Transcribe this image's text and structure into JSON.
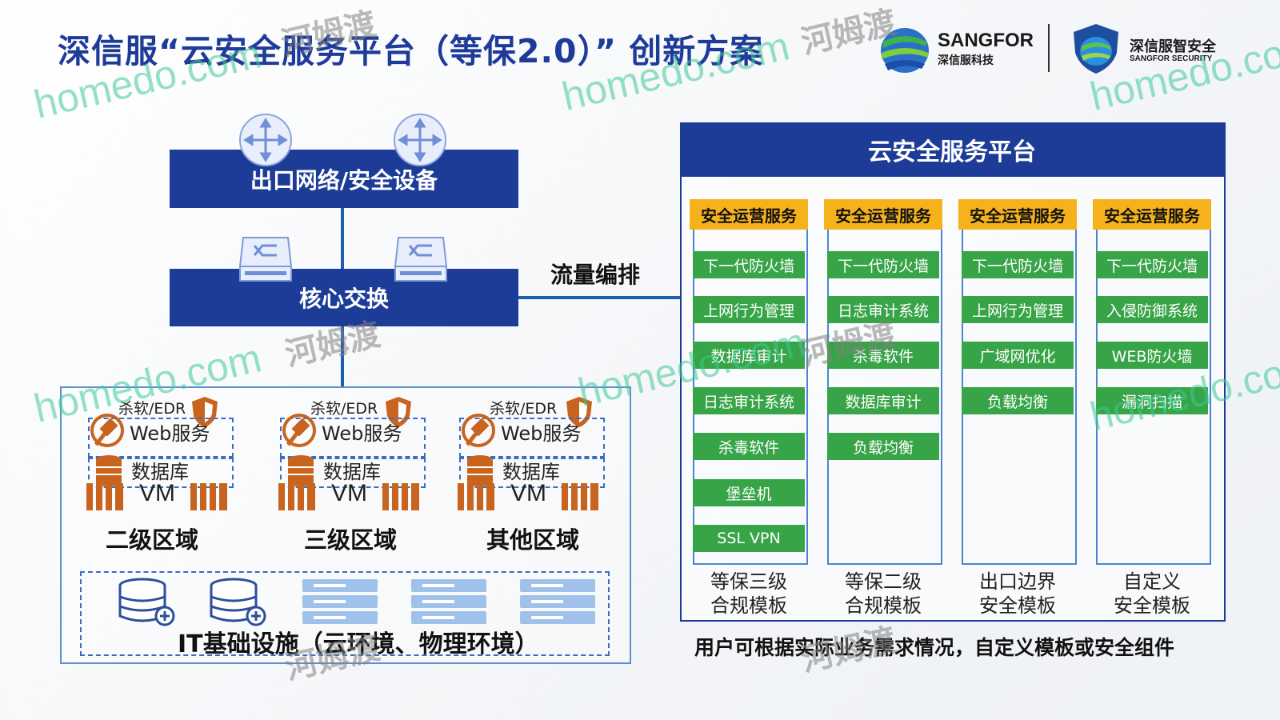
{
  "title": "深信服“云安全服务平台（等保2.0）” 创新方案",
  "logos": {
    "sangfor_name": "SANGFOR",
    "sangfor_cn": "深信服科技",
    "security_cn": "深信服智安全",
    "security_en": "SANGFOR SECURITY"
  },
  "network": {
    "egress_label": "出口网络/安全设备",
    "core_label": "核心交换",
    "flow_label": "流量编排"
  },
  "zones": [
    {
      "av": "杀软/EDR",
      "web": "Web服务",
      "db": "数据库",
      "vm": "VM",
      "name": "二级区域"
    },
    {
      "av": "杀软/EDR",
      "web": "Web服务",
      "db": "数据库",
      "vm": "VM",
      "name": "三级区域"
    },
    {
      "av": "杀软/EDR",
      "web": "Web服务",
      "db": "数据库",
      "vm": "VM",
      "name": "其他区域"
    }
  ],
  "infra_label": "IT基础设施（云环境、物理环境）",
  "platform": {
    "title": "云安全服务平台",
    "columns": [
      {
        "header": "安全运营服务",
        "items": [
          "下一代防火墙",
          "上网行为管理",
          "数据库审计",
          "日志审计系统",
          "杀毒软件",
          "堡垒机",
          "SSL VPN"
        ],
        "template": [
          "等保三级",
          "合规模板"
        ]
      },
      {
        "header": "安全运营服务",
        "items": [
          "下一代防火墙",
          "日志审计系统",
          "杀毒软件",
          "数据库审计",
          "负载均衡"
        ],
        "template": [
          "等保二级",
          "合规模板"
        ]
      },
      {
        "header": "安全运营服务",
        "items": [
          "下一代防火墙",
          "上网行为管理",
          "广域网优化",
          "负载均衡"
        ],
        "template": [
          "出口边界",
          "安全模板"
        ]
      },
      {
        "header": "安全运营服务",
        "items": [
          "下一代防火墙",
          "入侵防御系统",
          "WEB防火墙",
          "漏洞扫描"
        ],
        "template": [
          "自定义",
          "安全模板"
        ]
      }
    ],
    "note": "用户可根据实际业务需求情况，自定义模板或安全组件"
  },
  "watermark": {
    "en": "homedo.com",
    "cn": "河姆渡"
  },
  "colors": {
    "navy": "#1c3c98",
    "yellow": "#f6b21b",
    "green": "#37a447",
    "line": "#1c5fae",
    "orange": "#c8641e"
  }
}
